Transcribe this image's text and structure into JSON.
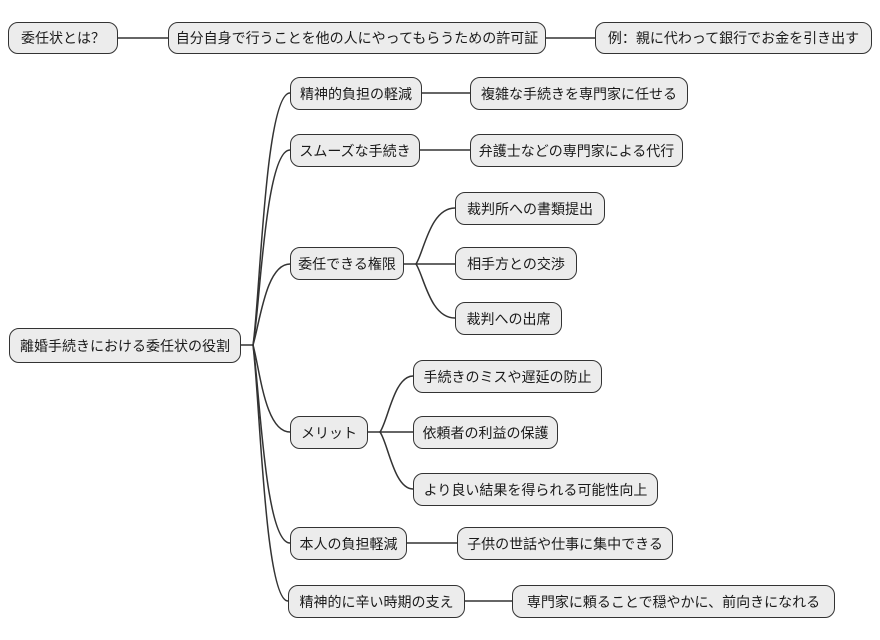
{
  "diagram": {
    "type": "mindmap",
    "colors": {
      "background": "#ffffff",
      "node_fill": "#ececec",
      "node_border": "#333333",
      "edge_color": "#333333",
      "text": "#1a1a1a"
    },
    "definition_chain": {
      "term": "委任状とは？",
      "definition": "自分自身で行うことを他の人にやってもらうための許可証",
      "example": "例：親に代わって銀行でお金を引き出す"
    },
    "root": "離婚手続きにおける委任状の役割",
    "branches": [
      {
        "label": "精神的負担の軽減",
        "children": [
          "複雑な手続きを専門家に任せる"
        ]
      },
      {
        "label": "スムーズな手続き",
        "children": [
          "弁護士などの専門家による代行"
        ]
      },
      {
        "label": "委任できる権限",
        "children": [
          "裁判所への書類提出",
          "相手方との交渉",
          "裁判への出席"
        ]
      },
      {
        "label": "メリット",
        "children": [
          "手続きのミスや遅延の防止",
          "依頼者の利益の保護",
          "より良い結果を得られる可能性向上"
        ]
      },
      {
        "label": "本人の負担軽減",
        "children": [
          "子供の世話や仕事に集中できる"
        ]
      },
      {
        "label": "精神的に辛い時期の支え",
        "children": [
          "専門家に頼ることで穏やかに、前向きになれる"
        ]
      }
    ]
  }
}
